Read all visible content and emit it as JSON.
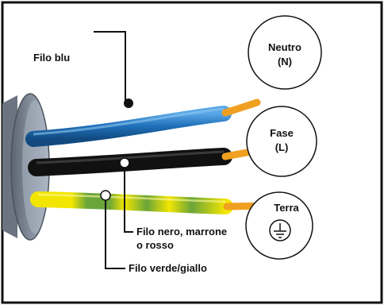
{
  "labels": {
    "blue_wire": "Filo blu",
    "black_wire_line1": "Filo nero, marrone",
    "black_wire_line2": "o rosso",
    "green_yellow_wire": "Filo verde/giallo"
  },
  "terminals": {
    "neutral": {
      "name": "Neutro",
      "symbol": "(N)"
    },
    "phase": {
      "name": "Fase",
      "symbol": "(L)"
    },
    "earth": {
      "name": "Terra",
      "icon": "ground-symbol-icon"
    }
  },
  "colors": {
    "border": "#111111",
    "blue_wire": "#1f6fb8",
    "black_wire": "#111111",
    "green_wire": "#6aa53a",
    "yellow_wire": "#f2e600",
    "copper": "#f0a020",
    "cable_sheath": "#7d8694"
  }
}
